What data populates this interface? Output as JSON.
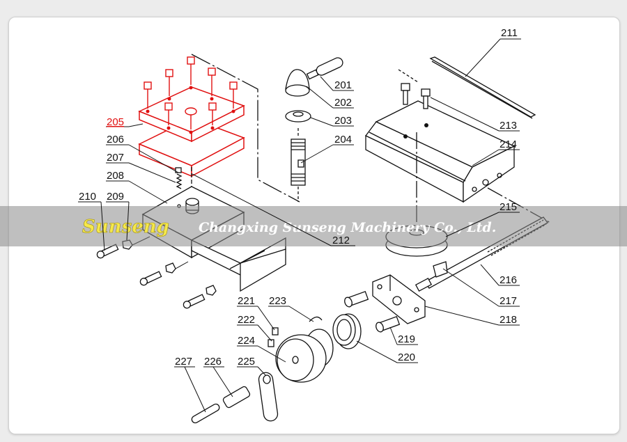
{
  "diagram": {
    "highlight_color": "#e01010",
    "watermark": {
      "logo": "Sunseng",
      "company": "Changxing Sunseng Machinery Co., Ltd.",
      "band_color": "#8a8a8a"
    },
    "parts": {
      "p201": "201",
      "p202": "202",
      "p203": "203",
      "p204": "204",
      "p205": "205",
      "p206": "206",
      "p207": "207",
      "p208": "208",
      "p209": "209",
      "p210": "210",
      "p211": "211",
      "p212": "212",
      "p213": "213",
      "p214": "214",
      "p215": "215",
      "p216": "216",
      "p217": "217",
      "p218": "218",
      "p219": "219",
      "p220": "220",
      "p221": "221",
      "p222": "222",
      "p223": "223",
      "p224": "224",
      "p225": "225",
      "p226": "226",
      "p227": "227"
    }
  }
}
